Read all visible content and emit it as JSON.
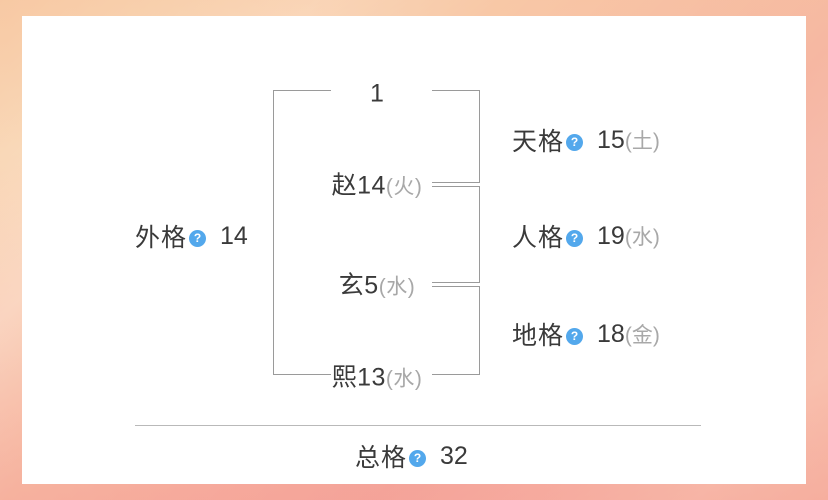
{
  "theme": {
    "accent_blue": "#53a8ec",
    "text_color": "#3a3a3a",
    "muted_color": "#a8a8a8",
    "line_color": "#9a9a9a",
    "card_background": "#ffffff",
    "frame_gradient_start": "#f6c9a4",
    "frame_gradient_end": "#f4a69c"
  },
  "diagram": {
    "type": "chinese-name-five-grids",
    "help_badge_glyph": "?",
    "top_marker": "1",
    "name_column": [
      {
        "char": "赵",
        "strokes": "14",
        "element": "(火)"
      },
      {
        "char": "玄",
        "strokes": "5",
        "element": "(水)"
      },
      {
        "char": "熙",
        "strokes": "13",
        "element": "(水)"
      }
    ],
    "right_labels": [
      {
        "name": "天格",
        "value": "15",
        "element": "(土)"
      },
      {
        "name": "人格",
        "value": "19",
        "element": "(水)"
      },
      {
        "name": "地格",
        "value": "18",
        "element": "(金)"
      }
    ],
    "left_label": {
      "name": "外格",
      "value": "14",
      "element": ""
    },
    "bottom_label": {
      "name": "总格",
      "value": "32",
      "element": ""
    }
  }
}
